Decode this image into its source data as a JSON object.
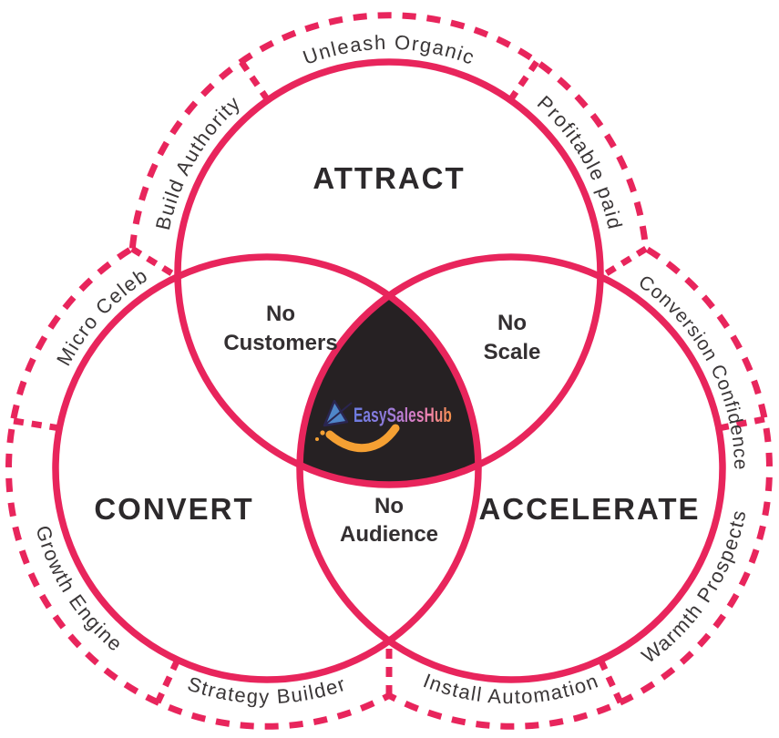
{
  "venn": {
    "circle_labels": [
      {
        "id": "attract",
        "text": "ATTRACT"
      },
      {
        "id": "convert",
        "text": "CONVERT"
      },
      {
        "id": "accelerate",
        "text": "ACCELERATE"
      }
    ],
    "overlap_labels": [
      {
        "id": "attract-convert",
        "line1": "No",
        "line2": "Customers"
      },
      {
        "id": "attract-accelerate",
        "line1": "No",
        "line2": "Scale"
      },
      {
        "id": "convert-accelerate",
        "line1": "No",
        "line2": "Audience"
      }
    ],
    "ring_labels": {
      "top": "Unleash Organic",
      "top_left": "Build Authority",
      "top_right": "Profitable paid",
      "left_upper": "Micro Celeb",
      "left_lower": "Growth Engine",
      "right_upper": "Conversion Confidence",
      "right_lower": "Warmth Prospects",
      "bottom_left": "Strategy Builder",
      "bottom_right": "Install Automation"
    },
    "logo": {
      "text": "EasySalesHub"
    },
    "colors": {
      "primary_pink": "#E8255C",
      "dark_text": "#332F31",
      "center_fill": "#262123",
      "logo_blue": "#4F86C9",
      "logo_orange": "#F5A033"
    }
  }
}
